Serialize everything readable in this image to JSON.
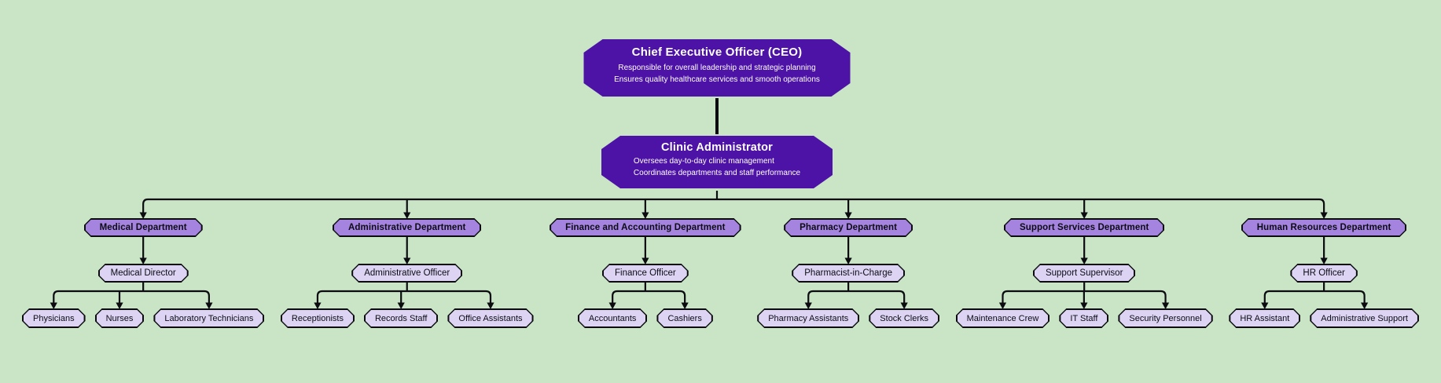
{
  "chart": {
    "root": {
      "title": "Chief Executive Officer (CEO)",
      "description": [
        "Responsible for overall leadership and strategic planning",
        "Ensures quality healthcare services and smooth operations"
      ]
    },
    "administrator": {
      "title": "Clinic Administrator",
      "description": [
        "Oversees day-to-day clinic management",
        "Coordinates departments and staff performance"
      ]
    },
    "departments": [
      {
        "label": "Medical Department",
        "officer": "Medical Director",
        "staff": [
          "Physicians",
          "Nurses",
          "Laboratory Technicians"
        ]
      },
      {
        "label": "Administrative Department",
        "officer": "Administrative Officer",
        "staff": [
          "Receptionists",
          "Records Staff",
          "Office Assistants"
        ]
      },
      {
        "label": "Finance and Accounting Department",
        "officer": "Finance Officer",
        "staff": [
          "Accountants",
          "Cashiers"
        ]
      },
      {
        "label": "Pharmacy Department",
        "officer": "Pharmacist-in-Charge",
        "staff": [
          "Pharmacy Assistants",
          "Stock Clerks"
        ]
      },
      {
        "label": "Support Services Department",
        "officer": "Support Supervisor",
        "staff": [
          "Maintenance Crew",
          "IT Staff",
          "Security Personnel"
        ]
      },
      {
        "label": "Human Resources Department",
        "officer": "HR Officer",
        "staff": [
          "HR Assistant",
          "Administrative Support"
        ]
      }
    ],
    "colors": {
      "background": "#c9e5c6",
      "line": "#0b0b10",
      "executive_fill": "#4d12a6",
      "executive_text": "#ffffff",
      "department_fill": "#a584e0",
      "staff_fill": "#ddd4f4",
      "node_text": "#0c0c14"
    }
  }
}
